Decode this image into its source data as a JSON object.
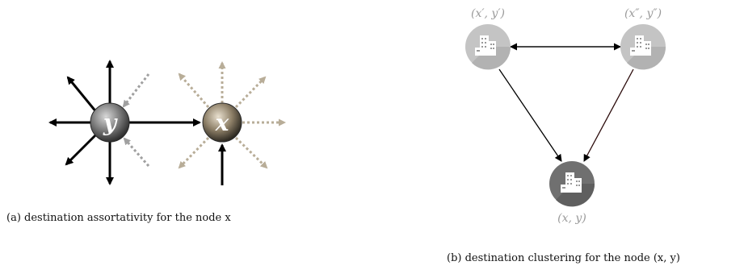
{
  "figure_a": {
    "node_y_label": "y",
    "node_x_label": "x",
    "caption": "(a) destination assortativity for the node x"
  },
  "figure_b": {
    "node_top_left_label": "(x′, y′)",
    "node_top_right_label": "(x″, y″)",
    "node_bottom_label": "(x, y)",
    "caption": "(b) destination clustering for the node (x, y)"
  },
  "colors": {
    "solid_arrow": "#000000",
    "dashed_arrow_gray": "#a0a0a0",
    "dashed_arrow_tan": "#b8ad98",
    "node_light": "#c9c9c9",
    "node_dark": "#707070",
    "building_icon": "#ffffff"
  }
}
